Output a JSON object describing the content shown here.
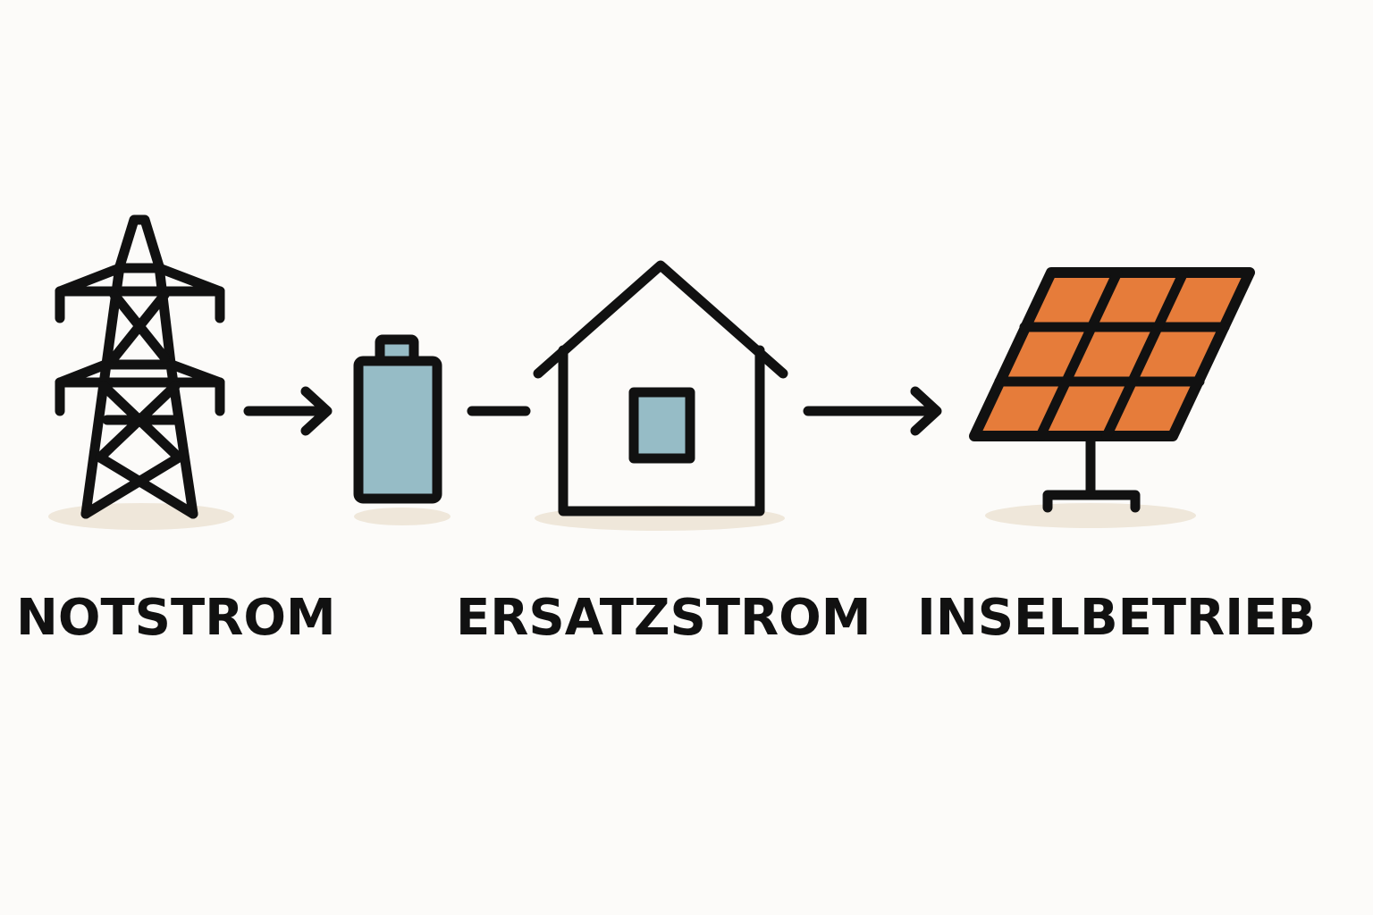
{
  "labels": {
    "notstrom": "NOTSTROM",
    "ersatzstrom": "ERSATZSTROM",
    "inselbetrieb": "INSELBETRIEB"
  },
  "icons": [
    {
      "name": "power-pylon-icon"
    },
    {
      "name": "battery-icon"
    },
    {
      "name": "house-icon"
    },
    {
      "name": "solar-panel-icon"
    }
  ],
  "colors": {
    "background": "#fcfbf9",
    "stroke": "#111111",
    "battery_fill": "#96bcc6",
    "house_window_fill": "#96bcc6",
    "solar_cell_fill": "#e67c3a",
    "ground_shadow": "#efe7da"
  }
}
